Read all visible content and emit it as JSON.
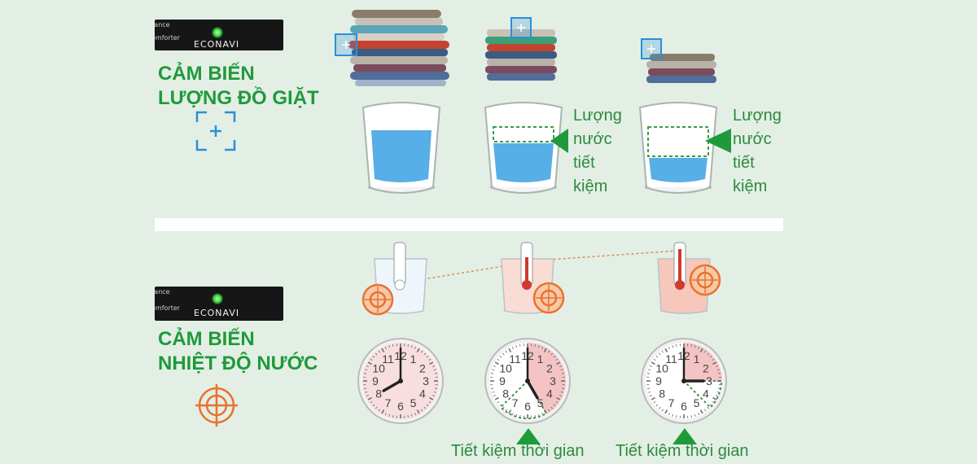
{
  "colors": {
    "accent_green": "#1f9a3a",
    "blue_sensor": "#2b8fd8",
    "orange_sensor": "#e8722c"
  },
  "top_section": {
    "panel": {
      "line1": "rance",
      "line2": "omforter",
      "brand": "ECONAVI"
    },
    "title_line1": "CẢM BIẾN",
    "title_line2": "LƯỢNG ĐỒ GIẶT",
    "icon": "focus-square-icon",
    "side_labels": [
      [
        "Lượng",
        "nước",
        "tiết",
        "kiệm"
      ],
      [
        "Lượng",
        "nước",
        "tiết",
        "kiệm"
      ]
    ]
  },
  "bottom_section": {
    "panel": {
      "line1": "rance",
      "line2": "omforter",
      "brand": "ECONAVI"
    },
    "title_line1": "CẢM BIẾN",
    "title_line2": "NHIỆT ĐỘ NƯỚC",
    "icon": "target-icon",
    "clock_numbers": [
      "12",
      "1",
      "2",
      "3",
      "4",
      "5",
      "6",
      "7",
      "8",
      "9",
      "10",
      "11"
    ],
    "clock_times": [
      "8:00",
      "5:00",
      "3:00"
    ],
    "saved_fraction": [
      0,
      0.42,
      0.25
    ],
    "save_labels": [
      "Tiết kiệm thời gian",
      "Tiết kiệm thời gian"
    ]
  }
}
